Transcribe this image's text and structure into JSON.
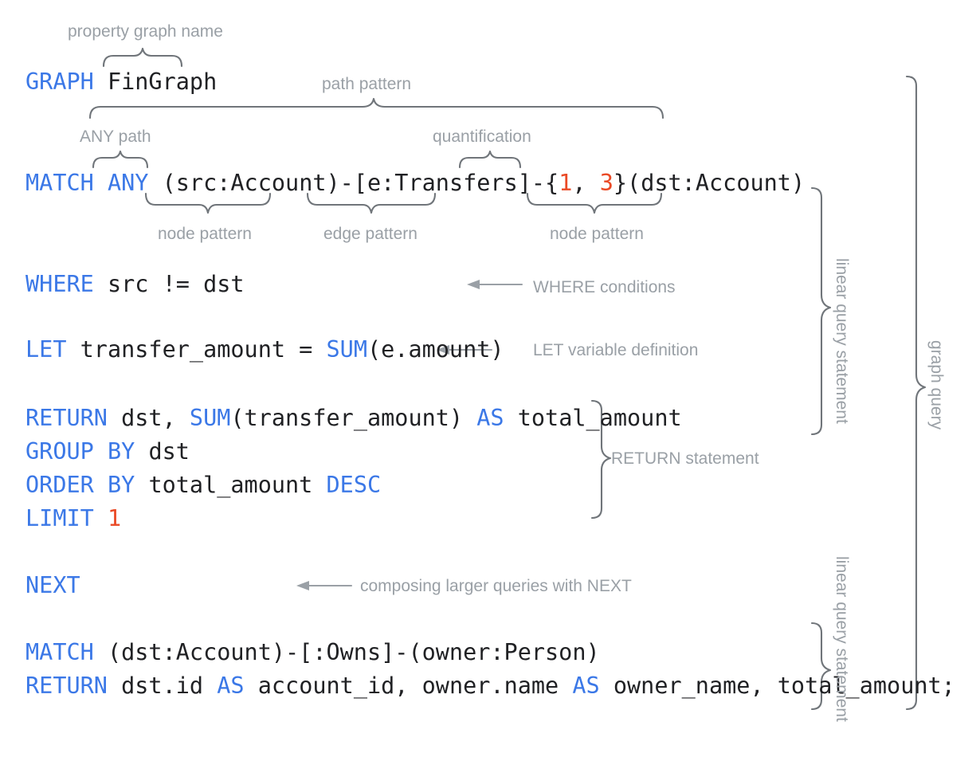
{
  "document": {
    "title": "GQL graph query anatomy",
    "background": "#ffffff",
    "colors": {
      "keyword": "#3b78e7",
      "number": "#ea4a26",
      "plain": "#202124",
      "annotation": "#9aa0a6",
      "brace": "#70757a"
    }
  },
  "code": {
    "lines": [
      {
        "id": "graph-line",
        "tokens": [
          {
            "t": "GRAPH",
            "k": "kw"
          },
          {
            "t": " FinGraph",
            "k": "pl"
          }
        ],
        "text": "GRAPH FinGraph"
      },
      {
        "id": "match-line",
        "tokens": [
          {
            "t": "MATCH",
            "k": "kw"
          },
          {
            "t": " ",
            "k": "pl"
          },
          {
            "t": "ANY",
            "k": "kw"
          },
          {
            "t": " (src:Account)-[e:Transfers]-{",
            "k": "pl"
          },
          {
            "t": "1",
            "k": "num"
          },
          {
            "t": ", ",
            "k": "pl"
          },
          {
            "t": "3",
            "k": "num"
          },
          {
            "t": "}(dst:Account)",
            "k": "pl"
          }
        ],
        "text": "MATCH ANY (src:Account)-[e:Transfers]-{1, 3}(dst:Account)"
      },
      {
        "id": "where-line",
        "tokens": [
          {
            "t": "WHERE",
            "k": "kw"
          },
          {
            "t": " src != dst",
            "k": "pl"
          }
        ],
        "text": "WHERE src != dst"
      },
      {
        "id": "let-line",
        "tokens": [
          {
            "t": "LET",
            "k": "kw"
          },
          {
            "t": " transfer_amount = ",
            "k": "pl"
          },
          {
            "t": "SUM",
            "k": "kw"
          },
          {
            "t": "(e.amount)",
            "k": "pl"
          }
        ],
        "text": "LET transfer_amount = SUM(e.amount)"
      },
      {
        "id": "return-line",
        "tokens": [
          {
            "t": "RETURN",
            "k": "kw"
          },
          {
            "t": " dst, ",
            "k": "pl"
          },
          {
            "t": "SUM",
            "k": "kw"
          },
          {
            "t": "(transfer_amount) ",
            "k": "pl"
          },
          {
            "t": "AS",
            "k": "kw"
          },
          {
            "t": " total_amount",
            "k": "pl"
          }
        ],
        "text": "RETURN dst, SUM(transfer_amount) AS total_amount"
      },
      {
        "id": "group-by-line",
        "tokens": [
          {
            "t": "GROUP BY",
            "k": "kw"
          },
          {
            "t": " dst",
            "k": "pl"
          }
        ],
        "text": "GROUP BY dst"
      },
      {
        "id": "order-by-line",
        "tokens": [
          {
            "t": "ORDER BY",
            "k": "kw"
          },
          {
            "t": " total_amount ",
            "k": "pl"
          },
          {
            "t": "DESC",
            "k": "kw"
          }
        ],
        "text": "ORDER BY total_amount DESC"
      },
      {
        "id": "limit-line",
        "tokens": [
          {
            "t": "LIMIT",
            "k": "kw"
          },
          {
            "t": " ",
            "k": "pl"
          },
          {
            "t": "1",
            "k": "num"
          }
        ],
        "text": "LIMIT 1"
      },
      {
        "id": "next-line",
        "tokens": [
          {
            "t": "NEXT",
            "k": "kw"
          }
        ],
        "text": "NEXT"
      },
      {
        "id": "match2-line",
        "tokens": [
          {
            "t": "MATCH",
            "k": "kw"
          },
          {
            "t": " (dst:Account)-[:Owns]-(owner:Person)",
            "k": "pl"
          }
        ],
        "text": "MATCH (dst:Account)-[:Owns]-(owner:Person)"
      },
      {
        "id": "return2-line",
        "tokens": [
          {
            "t": "RETURN",
            "k": "kw"
          },
          {
            "t": " dst.id ",
            "k": "pl"
          },
          {
            "t": "AS",
            "k": "kw"
          },
          {
            "t": " account_id, owner.name ",
            "k": "pl"
          },
          {
            "t": "AS",
            "k": "kw"
          },
          {
            "t": " owner_name, total_amount;",
            "k": "pl"
          }
        ],
        "text": "RETURN dst.id AS account_id, owner.name AS owner_name, total_amount;"
      }
    ]
  },
  "annotations": {
    "property_graph_name": "property graph name",
    "path_pattern": "path pattern",
    "any_path": "ANY path",
    "quantification": "quantification",
    "node_pattern_left": "node pattern",
    "edge_pattern": "edge pattern",
    "node_pattern_right": "node pattern",
    "where_conditions": "WHERE conditions",
    "let_variable_definition": "LET variable definition",
    "return_statement": "RETURN statement",
    "composing_next": "composing larger queries with NEXT",
    "linear_query_statement_1": "linear query statement",
    "linear_query_statement_2": "linear query statement",
    "graph_query": "graph query"
  }
}
